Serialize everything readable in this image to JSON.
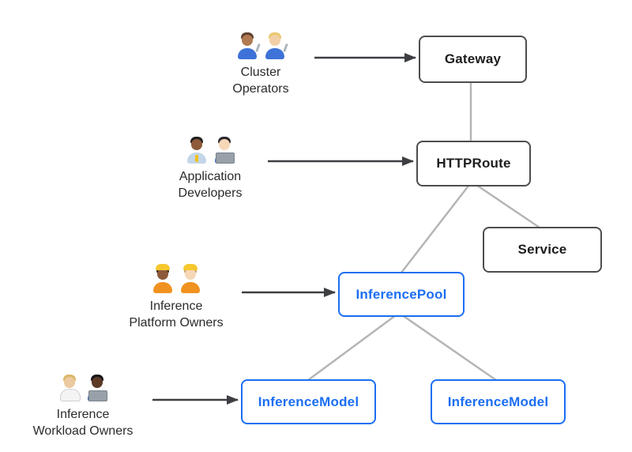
{
  "diagram": {
    "personas": [
      {
        "label_lines": [
          "Cluster",
          "Operators"
        ],
        "icon": "man-mechanic-and-woman-mechanic-emoji",
        "points_to": "Gateway"
      },
      {
        "label_lines": [
          "Application",
          "Developers"
        ],
        "icon": "man-office-worker-and-woman-technologist-emoji",
        "points_to": "HTTPRoute"
      },
      {
        "label_lines": [
          "Inference",
          "Platform Owners"
        ],
        "icon": "woman-and-man-construction-worker-emoji",
        "points_to": "InferencePool"
      },
      {
        "label_lines": [
          "Inference",
          "Workload Owners"
        ],
        "icon": "person-in-white-coat-and-man-technologist-emoji",
        "points_to": "InferenceModel"
      }
    ],
    "nodes": [
      {
        "label": "Gateway",
        "style": "dark-outline"
      },
      {
        "label": "HTTPRoute",
        "style": "dark-outline"
      },
      {
        "label": "Service",
        "style": "dark-outline"
      },
      {
        "label": "InferencePool",
        "style": "blue-outline"
      },
      {
        "label": "InferenceModel",
        "style": "blue-outline"
      },
      {
        "label": "InferenceModel",
        "style": "blue-outline"
      }
    ],
    "edges": [
      {
        "from": "Gateway",
        "to": "HTTPRoute"
      },
      {
        "from": "HTTPRoute",
        "to": "Service"
      },
      {
        "from": "HTTPRoute",
        "to": "InferencePool"
      },
      {
        "from": "InferencePool",
        "to": "InferenceModel (left)"
      },
      {
        "from": "InferencePool",
        "to": "InferenceModel (right)"
      }
    ]
  },
  "colors": {
    "accent_blue": "#1b6ef3",
    "box_border_dark": "#4d4d4d",
    "box_text_dark": "#1d1d1f",
    "connector_gray": "#b5b5b5",
    "arrow_dark": "#3d3f42",
    "label_text": "#2b2b2b"
  }
}
